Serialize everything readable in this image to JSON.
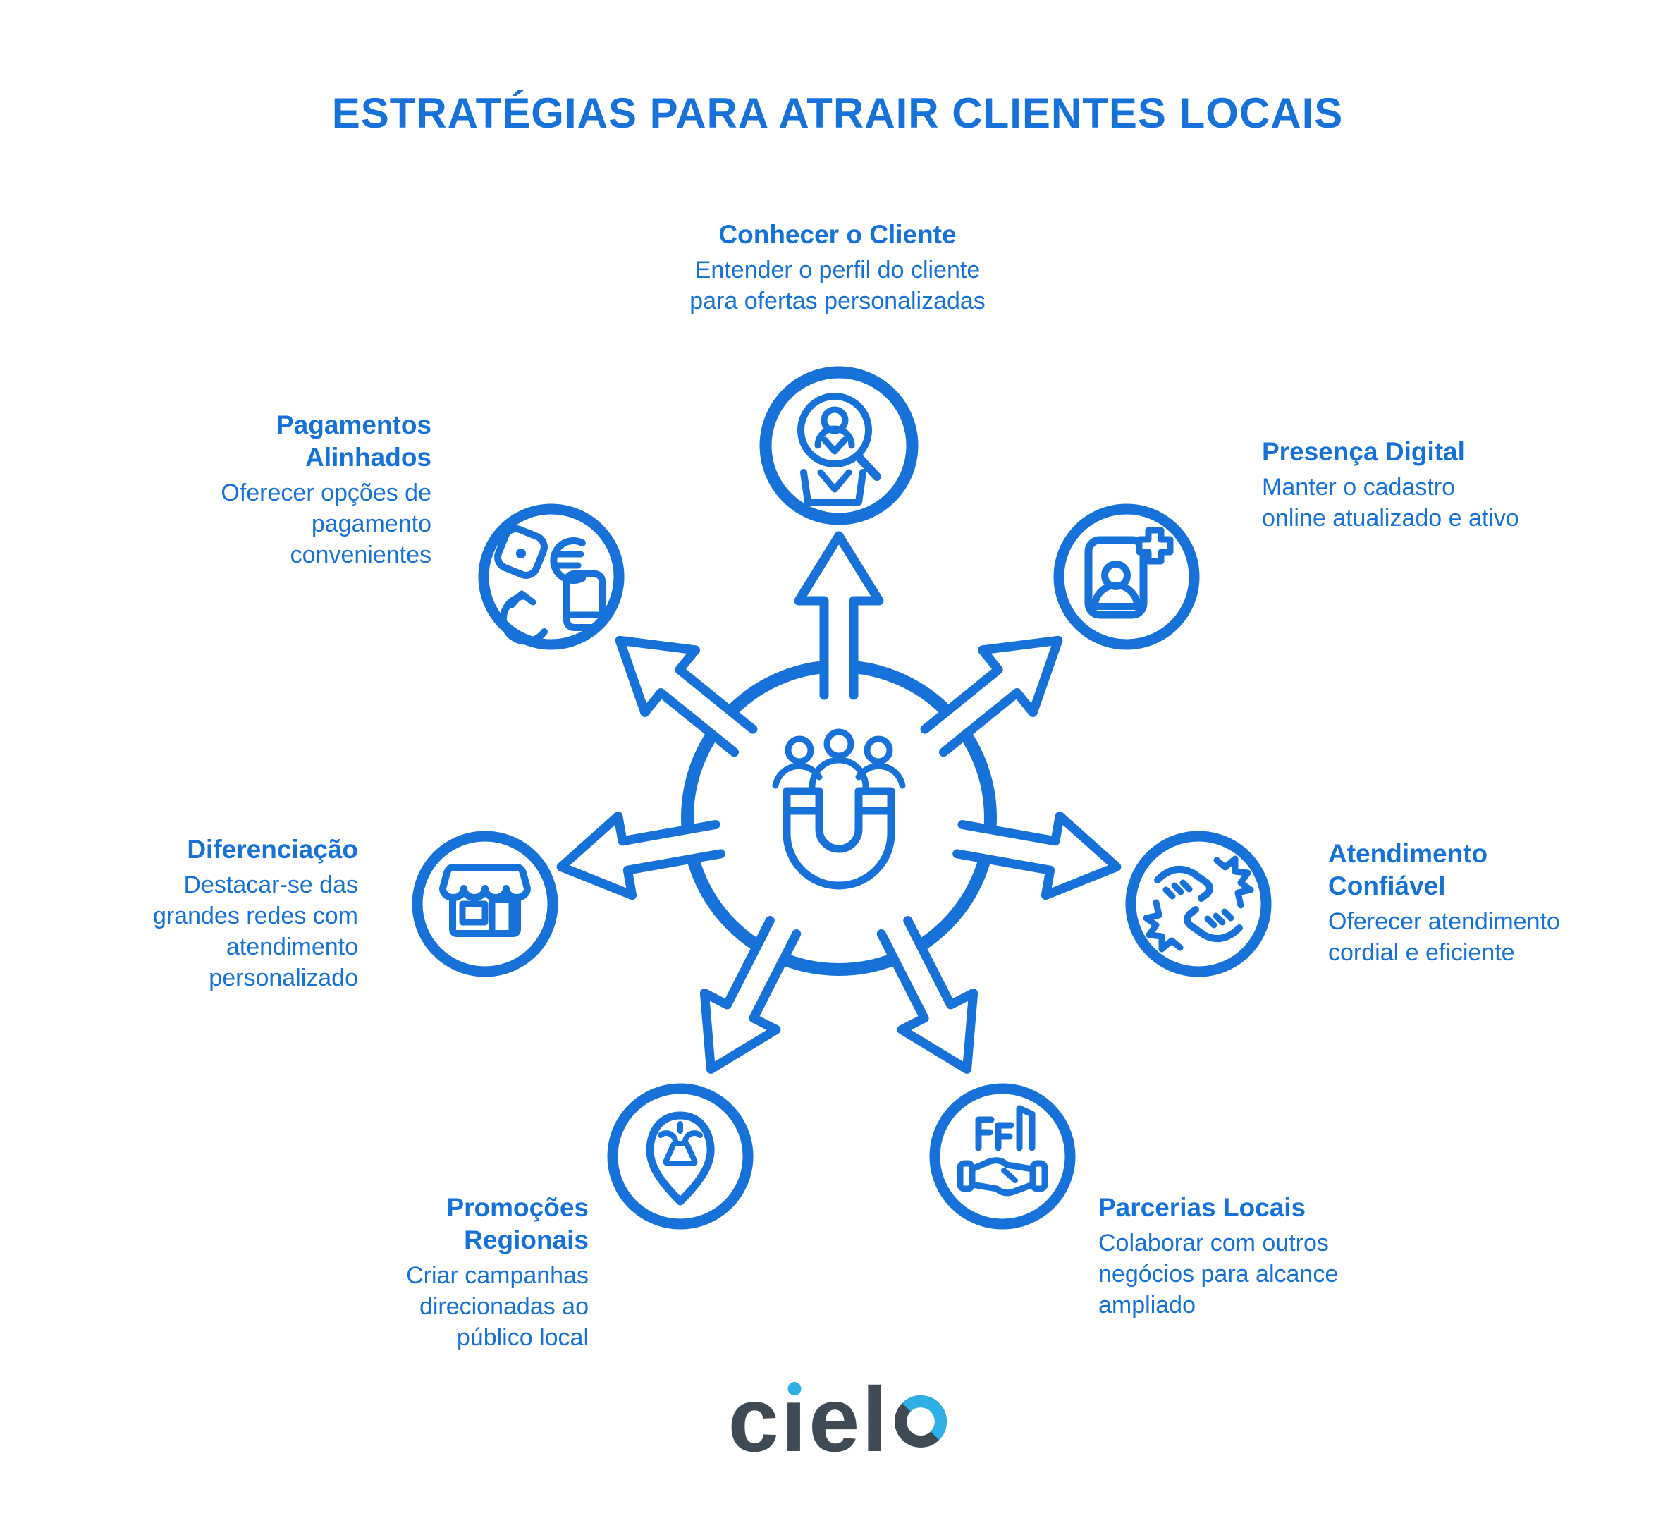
{
  "title": "ESTRATÉGIAS PARA ATRAIR CLIENTES LOCAIS",
  "colors": {
    "primary_blue": "#1672D9",
    "logo_gray": "#3E4B57",
    "logo_light_blue": "#2EB0E6",
    "background": "#FFFFFF"
  },
  "center": {
    "icon": "magnet-attracting-customers-icon"
  },
  "items": [
    {
      "title": "Conhecer o Cliente",
      "description": "Entender o perfil do cliente para ofertas personalizadas",
      "icon": "person-magnifier-icon",
      "position": "top"
    },
    {
      "title": "Presença Digital",
      "description": "Manter o cadastro online atualizado e ativo",
      "icon": "phone-add-contact-icon",
      "position": "upper-right"
    },
    {
      "title": "Atendimento Confiável",
      "description": "Oferecer atendimento cordial e eficiente",
      "icon": "helping-hands-icon",
      "position": "right"
    },
    {
      "title": "Parcerias Locais",
      "description": "Colaborar com outros negócios para alcance ampliado",
      "icon": "handshake-buildings-icon",
      "position": "bottom-right"
    },
    {
      "title": "Promoções Regionais",
      "description": "Criar campanhas direcionadas ao público local",
      "icon": "location-pin-fountain-icon",
      "position": "bottom-left"
    },
    {
      "title": "Diferenciação",
      "description": "Destacar-se das grandes redes com atendimento personalizado",
      "icon": "storefront-icon",
      "position": "left"
    },
    {
      "title": "Pagamentos Alinhados",
      "description": "Oferecer opções de pagamento convenientes",
      "icon": "card-payment-exchange-icon",
      "position": "upper-left"
    }
  ],
  "footer": {
    "logo_text": "cielo",
    "logo_letters": [
      "c",
      "ı",
      "e",
      "l"
    ]
  }
}
